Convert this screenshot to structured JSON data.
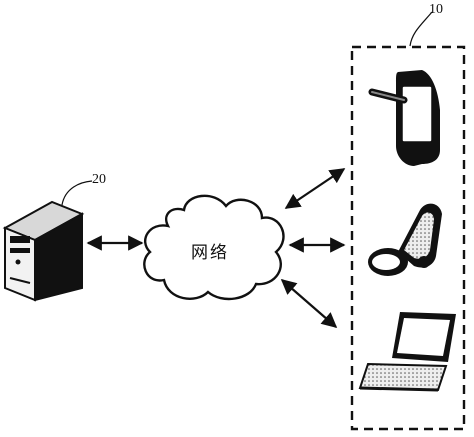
{
  "labels": {
    "terminal_group": "10",
    "server": "20",
    "network": "网络"
  }
}
